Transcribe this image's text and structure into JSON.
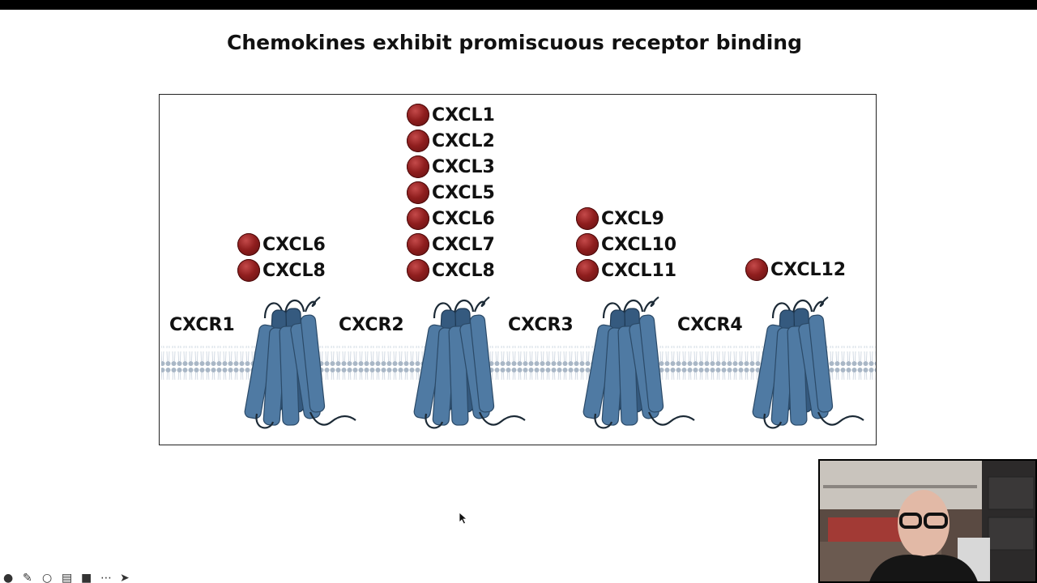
{
  "slide": {
    "title": "Chemokines exhibit promiscuous receptor binding"
  },
  "receptors": [
    {
      "name": "CXCR1",
      "ligands": [
        "CXCL6",
        "CXCL8"
      ]
    },
    {
      "name": "CXCR2",
      "ligands": [
        "CXCL1",
        "CXCL2",
        "CXCL3",
        "CXCL5",
        "CXCL6",
        "CXCL7",
        "CXCL8"
      ]
    },
    {
      "name": "CXCR3",
      "ligands": [
        "CXCL9",
        "CXCL10",
        "CXCL11"
      ]
    },
    {
      "name": "CXCR4",
      "ligands": [
        "CXCL12"
      ]
    }
  ],
  "colors": {
    "ligand": "#8f1e1e",
    "receptor": "#4f7aa3",
    "receptor_dark": "#355a7f",
    "membrane": "#a9b7c6"
  },
  "icons": [
    "pointer-icon",
    "pen-icon",
    "zoom-icon",
    "captions-icon",
    "camera-icon",
    "more-icon",
    "forward-icon"
  ]
}
